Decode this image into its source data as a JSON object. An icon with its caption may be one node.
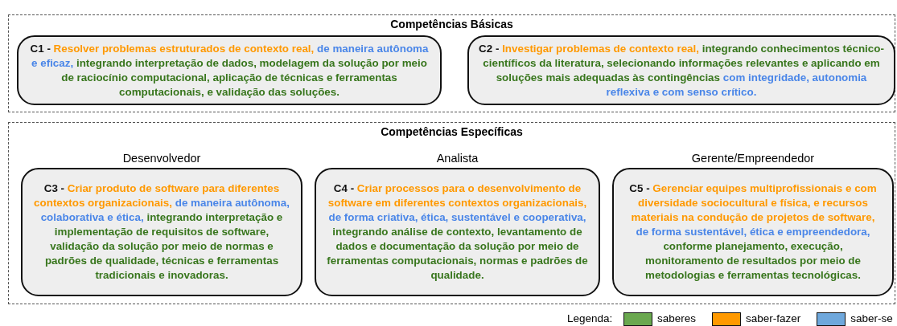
{
  "diagram": {
    "nodes": [
      {
        "text": [
          "Competências Básicas"
        ]
      },
      {
        "text": [
          "C1 -",
          "Resolver problemas estruturados de contexto real,",
          "de maneira autônoma e eficaz,",
          "integrando interpretação de dados, modelagem da solução por meio de raciocínio computacional, aplicação de técnicas e ferramentas computacionais, e validação das soluções."
        ],
        "in": 0
      },
      {
        "text": [
          "C2 -",
          "Investigar problemas de contexto real,",
          "integrando conhecimentos técnico-científicos da literatura, selecionando informações relevantes e aplicando em soluções mais adequadas às contingências",
          "com integridade, autonomia reflexiva e com senso crítico."
        ],
        "in": 0
      },
      {
        "text": [
          "Competências Específicas"
        ]
      },
      {
        "text": [
          "Desenvolvedor",
          "C3 -",
          "Criar produto de software para diferentes contextos organizacionais,",
          "de maneira autônoma, colaborativa e ética,",
          "integrando interpretação e implementação de requisitos de software, validação da solução por meio de normas e padrões de qualidade, técnicas e ferramentas tradicionais e inovadoras."
        ],
        "in": 3
      },
      {
        "text": [
          "Analista",
          "C4 -",
          "Criar processos para o desenvolvimento de software em diferentes contextos organizacionais,",
          "de forma criativa, ética, sustentável e cooperativa,",
          "integrando análise de contexto, levantamento de dados e documentação da solução por meio de ferramentas computacionais, normas e padrões de qualidade."
        ],
        "in": 3
      },
      {
        "text": [
          "Gerente/Empreendedor",
          "C5 -",
          "Gerenciar equipes multiprofissionais e com diversidade sociocultural e física, e recursos materiais na condução de projetos de software,",
          "de forma sustentável, ética e empreendedora,",
          "conforme planejamento, execução, monitoramento de resultados por meio de metodologias e ferramentas tecnológicas."
        ],
        "in": 3
      }
    ],
    "labels": [
      "Legenda:"
    ],
    "legend": [
      {
        "text": "saberes",
        "color": "#6aa84f"
      },
      {
        "text": "saber-fazer",
        "color": "#ff9900"
      },
      {
        "text": "saber-se",
        "color": "#6fa8dc"
      }
    ]
  }
}
